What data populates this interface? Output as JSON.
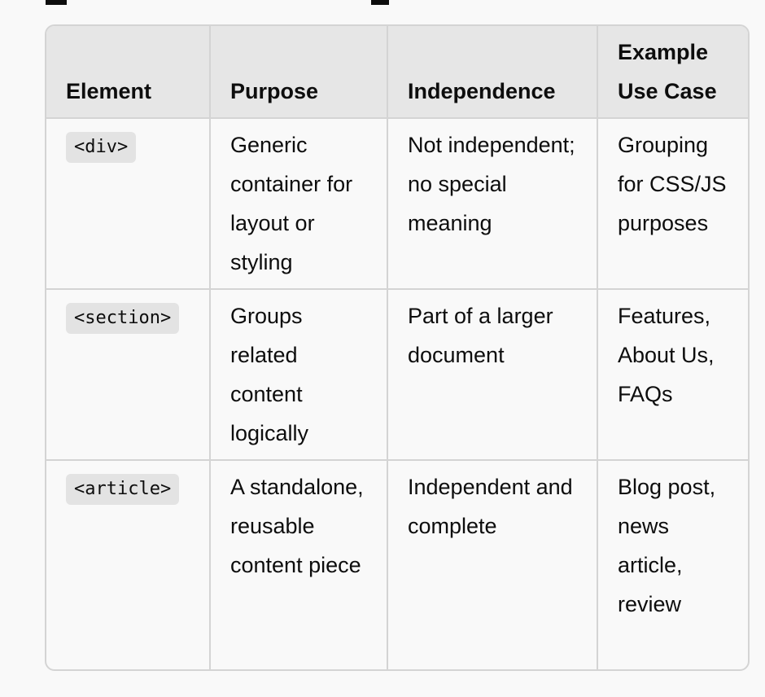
{
  "table": {
    "headers": [
      "Element",
      "Purpose",
      "Independence",
      "Example Use Case"
    ],
    "rows": [
      {
        "element": "<div>",
        "purpose": "Generic container for layout or styling",
        "independence": "Not independent; no special meaning",
        "example": "Grouping for CSS/JS purposes"
      },
      {
        "element": "<section>",
        "purpose": "Groups related content logically",
        "independence": "Part of a larger document",
        "example": "Features, About Us, FAQs"
      },
      {
        "element": "<article>",
        "purpose": "A standalone, reusable content piece",
        "independence": "Independent and complete",
        "example": "Blog post, news article, review"
      }
    ]
  },
  "colors": {
    "background": "#f9f9f9",
    "header_bg": "#e6e6e6",
    "border": "#d4d4d4",
    "code_bg": "#e3e3e3",
    "text": "#0d0d0d"
  }
}
